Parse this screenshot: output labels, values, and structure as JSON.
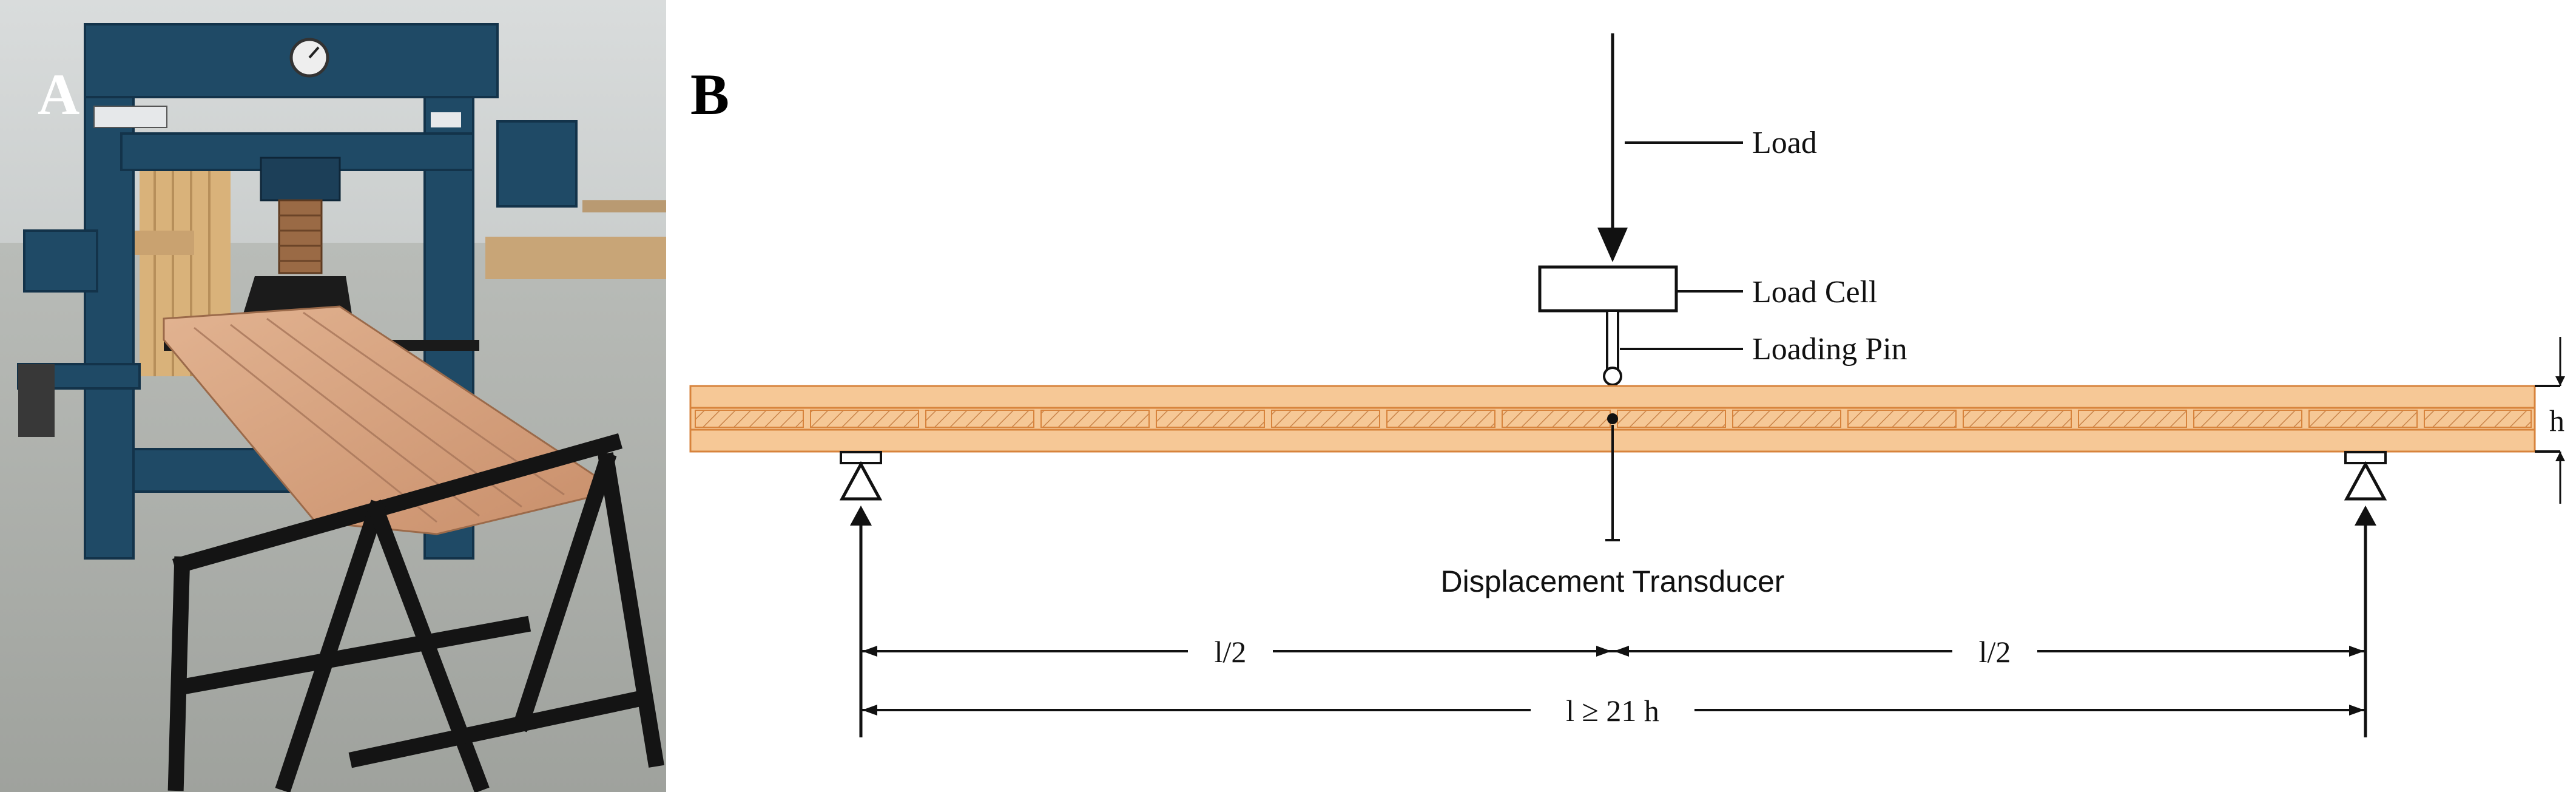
{
  "panels": {
    "a_label": "A",
    "b_label": "B"
  },
  "photo": {
    "description_icon": "hydraulic-press-test-photo"
  },
  "diagram": {
    "callouts": {
      "load": "Load",
      "load_cell": "Load Cell",
      "loading_pin": "Loading Pin",
      "displacement_transducer": "Displacement Transducer",
      "height": "h"
    },
    "dimensions": {
      "half_left": "l/2",
      "half_right": "l/2",
      "span": "l ≥ 21 h"
    },
    "colors": {
      "beam_fill": "#f6c896",
      "beam_stroke": "#d7833c",
      "hatch": "#c9844a",
      "line": "#111111",
      "press_blue": "#1f4a66"
    }
  }
}
